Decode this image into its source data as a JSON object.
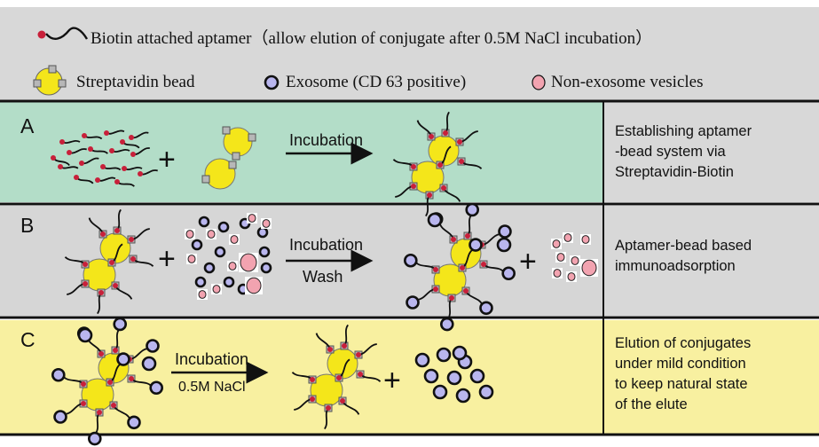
{
  "legend": {
    "aptamer_label": "Biotin attached aptamer（allow elution of conjugate after 0.5M NaCl incubation）",
    "bead_label": "Streptavidin bead",
    "exosome_label": "Exosome (CD 63 positive)",
    "nonexo_label": "Non-exosome vesicles"
  },
  "panels": [
    {
      "letter": "A",
      "arrow_label": "Incubation",
      "arrow_label2": "",
      "description": [
        "Establishing aptamer",
        "-bead system via",
        "Streptavidin-Biotin"
      ]
    },
    {
      "letter": "B",
      "arrow_label": "Incubation",
      "arrow_label2": "Wash",
      "description": [
        "Aptamer-bead based",
        "immunoadsorption"
      ]
    },
    {
      "letter": "C",
      "arrow_label": "Incubation",
      "arrow_label2": "0.5M NaCl",
      "description": [
        "Elution of conjugates",
        "under mild condition",
        "to keep natural state",
        "of the elute"
      ]
    }
  ],
  "colors": {
    "legend_bg": "#d8d8d8",
    "panel_a_bg": "#b3ddc8",
    "panel_b_bg": "#d6d6d6",
    "panel_c_bg": "#f8f0a0",
    "bead": "#f4e61a",
    "biotin": "#c8203a",
    "exosome_fill": "#b9b6ee",
    "nonexo_fill": "#f2a3b0",
    "streptavidin": "#b7b7b7"
  }
}
